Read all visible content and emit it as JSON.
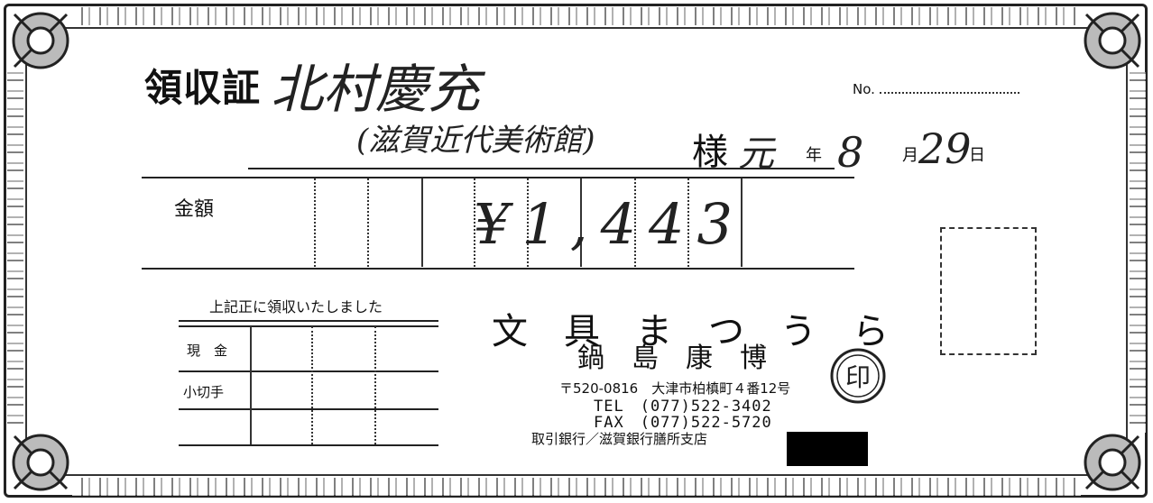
{
  "receipt": {
    "title": "領収証",
    "no_label": "No.",
    "payer_handwritten": "北村慶充",
    "payer_sub_handwritten": "(滋賀近代美術館)",
    "honorific": "様",
    "date": {
      "era_handwritten": "元",
      "year_label": "年",
      "month_handwritten": "8",
      "month_label": "月",
      "day_handwritten": "29",
      "day_label": "日"
    },
    "amount_label": "金額",
    "amount_handwritten": "¥1,443",
    "received_text": "上記正に領収いたしました",
    "payment_rows": [
      "現　金",
      "小切手",
      ""
    ]
  },
  "issuer": {
    "shop_name": "文　具　ま　つ　う　ら",
    "person": "鍋　島　康　博",
    "address": "〒520-0816　大津市柏槙町４番12号",
    "tel": "TEL　(077)522-3402",
    "fax": "FAX　(077)522-5720",
    "bank": "取引銀行／滋賀銀行膳所支店",
    "seal_text": "印"
  }
}
